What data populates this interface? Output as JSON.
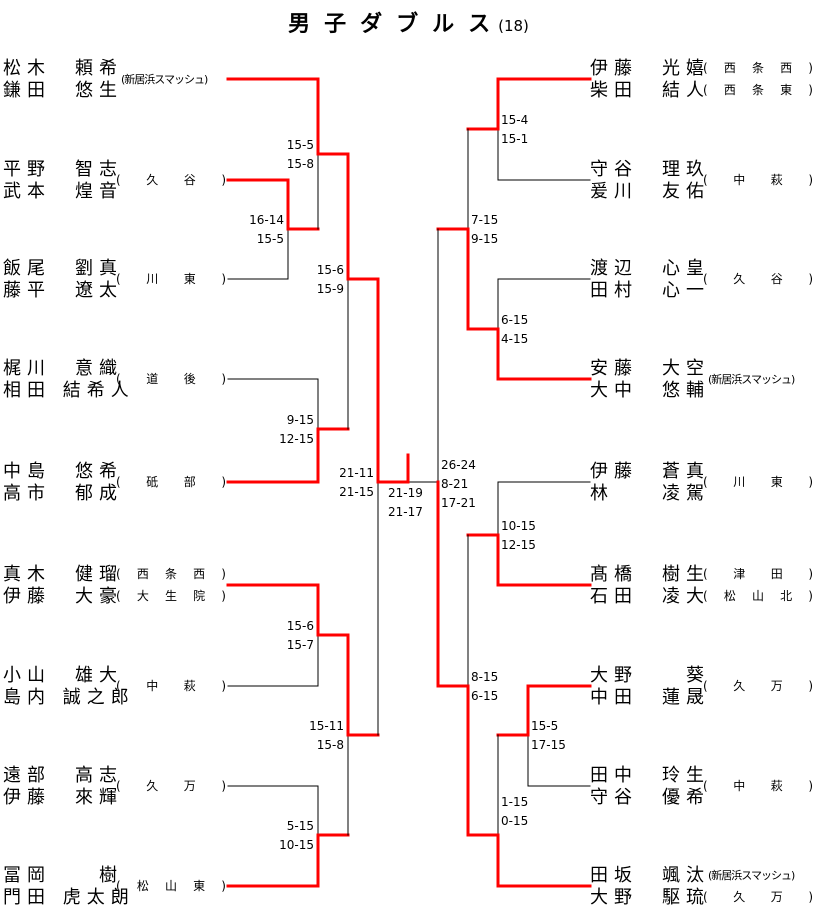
{
  "title": {
    "label": "男子ダブルス",
    "count": "(18)"
  },
  "colors": {
    "winner_line": "#ff0000",
    "line": "#000000"
  },
  "left_entries": [
    {
      "p1": "松木　頼希",
      "p2": "鎌田　悠生",
      "team1": "(新居浜スマッシュ)",
      "team2": "",
      "compact": true
    },
    {
      "p1": "平野　智志",
      "p2": "武本　煌音",
      "team1": "(　久　谷　)",
      "team2": ""
    },
    {
      "p1": "飯尾　劉真",
      "p2": "藤平　遼太",
      "team1": "(　川　東　)",
      "team2": ""
    },
    {
      "p1": "梶川　意織",
      "p2": "相田 結希人",
      "team1": "(　道　後　)",
      "team2": ""
    },
    {
      "p1": "中島　悠希",
      "p2": "高市　郁成",
      "team1": "(　砥　部　)",
      "team2": ""
    },
    {
      "p1": "真木　健瑠",
      "p2": "伊藤　大豪",
      "team1": "(西条西)",
      "team2": "(大生院)"
    },
    {
      "p1": "小山　雄大",
      "p2": "島内 誠之郎",
      "team1": "(　中　萩　)",
      "team2": ""
    },
    {
      "p1": "遠部　高志",
      "p2": "伊藤　來輝",
      "team1": "(　久　万　)",
      "team2": ""
    },
    {
      "p1": "冨岡　　樹",
      "p2": "門田 虎太朗",
      "team1": "(松山東)",
      "team2": ""
    }
  ],
  "right_entries": [
    {
      "p1": "伊藤　光嬉",
      "p2": "柴田　結人",
      "team1": "(西条西)",
      "team2": "(西条東)"
    },
    {
      "p1": "守谷　理玖",
      "p2": "爰川　友佑",
      "team1": "(　中　萩　)",
      "team2": ""
    },
    {
      "p1": "渡辺　心皇",
      "p2": "田村　心一",
      "team1": "(　久　谷　)",
      "team2": ""
    },
    {
      "p1": "安藤　大空",
      "p2": "大中　悠輔",
      "team1": "(新居浜スマッシュ)",
      "team2": "",
      "compact": true
    },
    {
      "p1": "伊藤　蒼真",
      "p2": "林　　凌駕",
      "team1": "(　川　東　)",
      "team2": ""
    },
    {
      "p1": "髙橋　樹生",
      "p2": "石田　凌大",
      "team1": "(津田)",
      "team2": "(松山北)"
    },
    {
      "p1": "大野　　葵",
      "p2": "中田　蓮晟",
      "team1": "(　久　万　)",
      "team2": ""
    },
    {
      "p1": "田中　玲生",
      "p2": "守谷　優希",
      "team1": "(　中　萩　)",
      "team2": ""
    },
    {
      "p1": "田坂　颯汰",
      "p2": "大野　駆琉",
      "team1": "(新居浜スマッシュ)",
      "team2": "(久万)",
      "compact_first": true
    }
  ],
  "scores": {
    "left": {
      "m_2v3": [
        "16-14",
        "15-5"
      ],
      "m_1vW": [
        "15-5",
        "15-8"
      ],
      "m_4v5": [
        "9-15",
        "12-15"
      ],
      "m_qf_top": [
        "15-6",
        "15-9"
      ],
      "m_6v7": [
        "15-6",
        "15-7"
      ],
      "m_8v9": [
        "5-15",
        "10-15"
      ],
      "m_qf_bot": [
        "15-11",
        "15-8"
      ],
      "m_semi": [
        "21-11",
        "21-15"
      ]
    },
    "final": [
      "21-19",
      "21-17"
    ],
    "right": {
      "m_1v2": [
        "15-4",
        "15-1"
      ],
      "m_3v4": [
        "6-15",
        "4-15"
      ],
      "m_qf_top": [
        "7-15",
        "9-15"
      ],
      "m_5v6": [
        "10-15",
        "12-15"
      ],
      "m_8v9_inner": [
        "15-5",
        "17-15"
      ],
      "m_7vW": [
        "1-15",
        "0-15"
      ],
      "m_qf_bot": [
        "8-15",
        "6-15"
      ],
      "m_semi": [
        "26-24",
        "8-21",
        "17-21"
      ]
    }
  }
}
